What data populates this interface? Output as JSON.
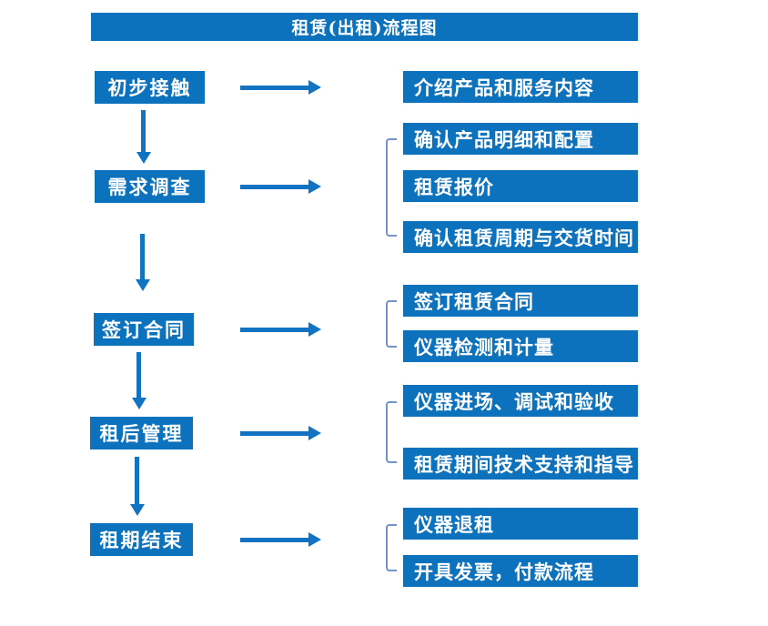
{
  "title": "租赁(出租)流程图",
  "colors": {
    "primary_blue": "#0d72bd",
    "arrow_blue": "#1173c2",
    "bracket_blue": "#7292cc",
    "text": "#ffffff",
    "background": "#ffffff"
  },
  "steps": [
    {
      "label": "初步接触"
    },
    {
      "label": "需求调查"
    },
    {
      "label": "签订合同"
    },
    {
      "label": "租后管理"
    },
    {
      "label": "租期结束"
    }
  ],
  "details": [
    {
      "items": [
        "介绍产品和服务内容"
      ]
    },
    {
      "items": [
        "确认产品明细和配置",
        "租赁报价",
        "确认租赁周期与交货时间"
      ]
    },
    {
      "items": [
        "签订租赁合同",
        "仪器检测和计量"
      ]
    },
    {
      "items": [
        "仪器进场、调试和验收",
        "租赁期间技术支持和指导"
      ]
    },
    {
      "items": [
        "仪器退租",
        "开具发票，付款流程"
      ]
    }
  ]
}
